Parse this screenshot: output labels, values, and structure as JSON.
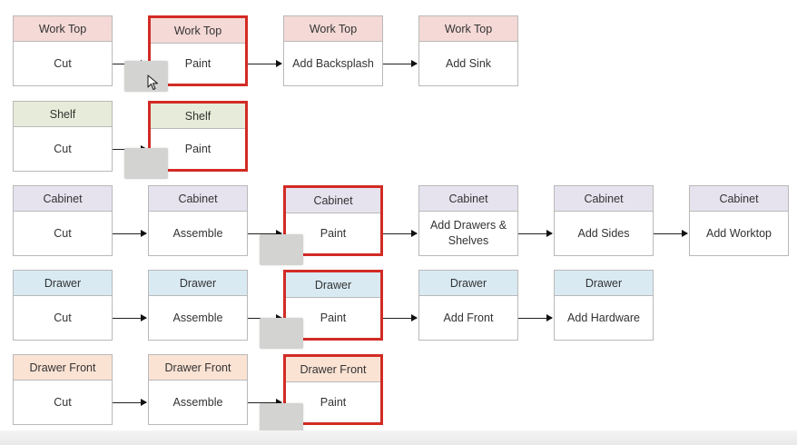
{
  "header_colors": {
    "worktop": "#f4d9d6",
    "shelf": "#e6ecd9",
    "cabinet": "#e6e3ef",
    "drawer": "#d9eaf3",
    "drawer_front": "#fbe3d4"
  },
  "highlight_color": "#d22b25",
  "rows": [
    {
      "key": "worktop",
      "steps": [
        {
          "title": "Work Top",
          "action": "Cut",
          "highlight": false
        },
        {
          "title": "Work Top",
          "action": "Paint",
          "highlight": true
        },
        {
          "title": "Work Top",
          "action": "Add Backsplash",
          "highlight": false
        },
        {
          "title": "Work Top",
          "action": "Add Sink",
          "highlight": false
        }
      ]
    },
    {
      "key": "shelf",
      "steps": [
        {
          "title": "Shelf",
          "action": "Cut",
          "highlight": false
        },
        {
          "title": "Shelf",
          "action": "Paint",
          "highlight": true
        }
      ]
    },
    {
      "key": "cabinet",
      "steps": [
        {
          "title": "Cabinet",
          "action": "Cut",
          "highlight": false
        },
        {
          "title": "Cabinet",
          "action": "Assemble",
          "highlight": false
        },
        {
          "title": "Cabinet",
          "action": "Paint",
          "highlight": true
        },
        {
          "title": "Cabinet",
          "action": "Add Drawers & Shelves",
          "highlight": false
        },
        {
          "title": "Cabinet",
          "action": "Add Sides",
          "highlight": false
        },
        {
          "title": "Cabinet",
          "action": "Add Worktop",
          "highlight": false
        }
      ]
    },
    {
      "key": "drawer",
      "steps": [
        {
          "title": "Drawer",
          "action": "Cut",
          "highlight": false
        },
        {
          "title": "Drawer",
          "action": "Assemble",
          "highlight": false
        },
        {
          "title": "Drawer",
          "action": "Paint",
          "highlight": true
        },
        {
          "title": "Drawer",
          "action": "Add Front",
          "highlight": false
        },
        {
          "title": "Drawer",
          "action": "Add Hardware",
          "highlight": false
        }
      ]
    },
    {
      "key": "drawer_front",
      "steps": [
        {
          "title": "Drawer Front",
          "action": "Cut",
          "highlight": false
        },
        {
          "title": "Drawer Front",
          "action": "Assemble",
          "highlight": false
        },
        {
          "title": "Drawer Front",
          "action": "Paint",
          "highlight": true
        }
      ]
    }
  ]
}
